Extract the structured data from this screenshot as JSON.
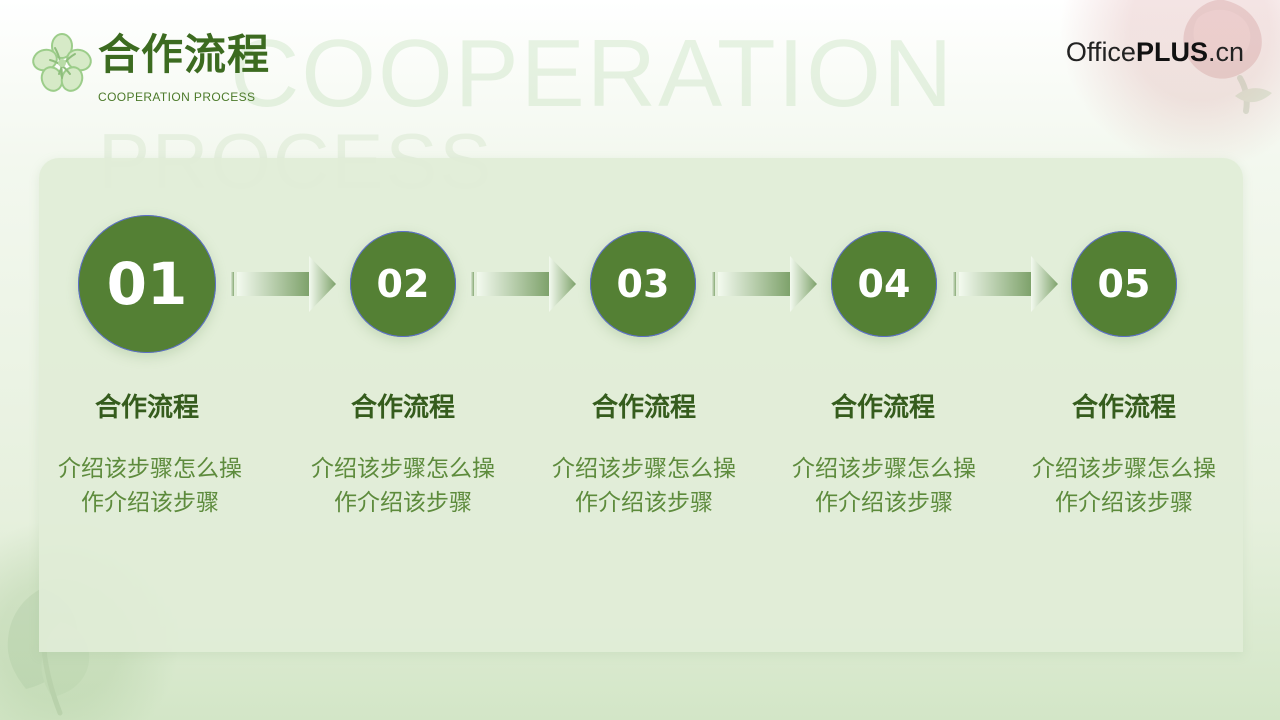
{
  "header": {
    "title": "合作流程",
    "subtitle": "COOPERATION PROCESS",
    "brand_prefix": "Office",
    "brand_strong": "PLUS",
    "brand_suffix": ".cn",
    "watermark_top": "COOPERATION",
    "watermark_mid": "PROCESS"
  },
  "icons": {
    "header_logo": "flower-icon",
    "arrow": "arrow-right-icon",
    "decor_top_right": "rose-icon",
    "decor_bottom_left": "leaf-icon"
  },
  "colors": {
    "accent": "#548034",
    "title_green": "#3c6b20",
    "desc_green": "#5d8b3c",
    "panel_bg": "#e1edd7"
  },
  "steps": [
    {
      "number": "01",
      "title": "合作流程",
      "line1": "介绍该步骤怎么操",
      "line2": "作介绍该步骤"
    },
    {
      "number": "02",
      "title": "合作流程",
      "line1": "介绍该步骤怎么操",
      "line2": "作介绍该步骤"
    },
    {
      "number": "03",
      "title": "合作流程",
      "line1": "介绍该步骤怎么操",
      "line2": "作介绍该步骤"
    },
    {
      "number": "04",
      "title": "合作流程",
      "line1": "介绍该步骤怎么操",
      "line2": "作介绍该步骤"
    },
    {
      "number": "05",
      "title": "合作流程",
      "line1": "介绍该步骤怎么操",
      "line2": "作介绍该步骤"
    }
  ]
}
